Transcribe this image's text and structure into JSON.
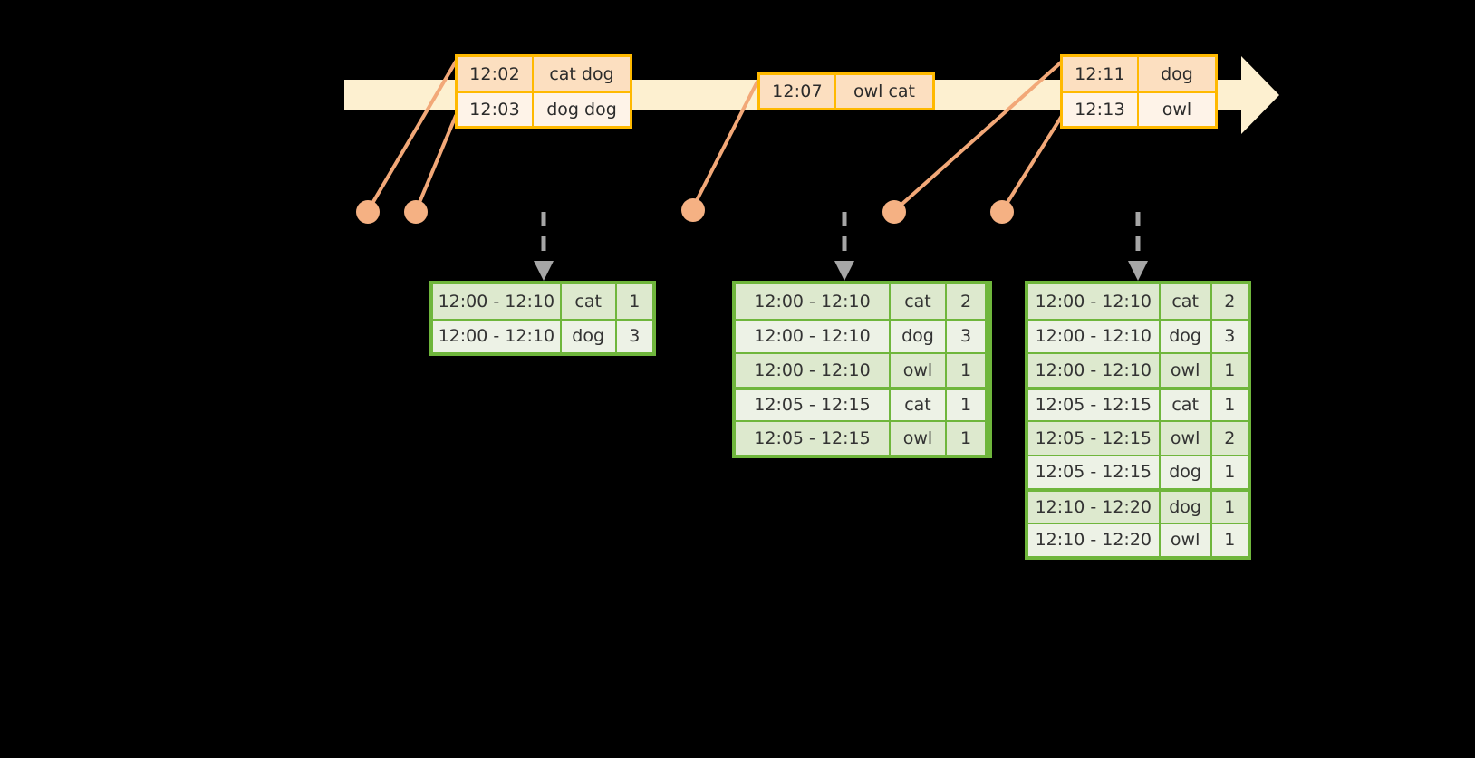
{
  "diagram": {
    "title": "windowed-word-count-timeline",
    "colors": {
      "timeline_fill": "#FDF0D0",
      "event_border": "#FFB900",
      "event_shade": "#FCDFC0",
      "event_plain": "#FEF3E8",
      "connector": "#F2A878",
      "dot": "#F5B183",
      "table_border": "#6FB63C",
      "table_shade": "#DDE9CE",
      "table_plain": "#EDF2E6",
      "arrow_gray": "#A6A6A6",
      "background": "#000000"
    }
  },
  "timeline": {
    "name": "event-stream-timeline",
    "arrow_direction": "right"
  },
  "events": [
    {
      "name": "event-box-1",
      "rows": [
        {
          "time": "12:02",
          "words": "cat dog"
        },
        {
          "time": "12:03",
          "words": "dog dog"
        }
      ]
    },
    {
      "name": "event-box-2",
      "rows": [
        {
          "time": "12:07",
          "words": "owl cat"
        }
      ]
    },
    {
      "name": "event-box-3",
      "rows": [
        {
          "time": "12:11",
          "words": "dog"
        },
        {
          "time": "12:13",
          "words": "owl"
        }
      ]
    }
  ],
  "results": [
    {
      "name": "result-table-1",
      "rows": [
        {
          "window": "12:00 - 12:10",
          "word": "cat",
          "count": "1",
          "group": 0
        },
        {
          "window": "12:00 - 12:10",
          "word": "dog",
          "count": "3",
          "group": 0
        }
      ]
    },
    {
      "name": "result-table-2",
      "rows": [
        {
          "window": "12:00 - 12:10",
          "word": "cat",
          "count": "2",
          "group": 0
        },
        {
          "window": "12:00 - 12:10",
          "word": "dog",
          "count": "3",
          "group": 0
        },
        {
          "window": "12:00 - 12:10",
          "word": "owl",
          "count": "1",
          "group": 0
        },
        {
          "window": "12:05 - 12:15",
          "word": "cat",
          "count": "1",
          "group": 1
        },
        {
          "window": "12:05 - 12:15",
          "word": "owl",
          "count": "1",
          "group": 1
        }
      ]
    },
    {
      "name": "result-table-3",
      "rows": [
        {
          "window": "12:00 - 12:10",
          "word": "cat",
          "count": "2",
          "group": 0
        },
        {
          "window": "12:00 - 12:10",
          "word": "dog",
          "count": "3",
          "group": 0
        },
        {
          "window": "12:00 - 12:10",
          "word": "owl",
          "count": "1",
          "group": 0
        },
        {
          "window": "12:05 - 12:15",
          "word": "cat",
          "count": "1",
          "group": 1
        },
        {
          "window": "12:05 - 12:15",
          "word": "owl",
          "count": "2",
          "group": 1
        },
        {
          "window": "12:05 - 12:15",
          "word": "dog",
          "count": "1",
          "group": 1
        },
        {
          "window": "12:10 - 12:20",
          "word": "dog",
          "count": "1",
          "group": 2
        },
        {
          "window": "12:10 - 12:20",
          "word": "owl",
          "count": "1",
          "group": 2
        }
      ]
    }
  ]
}
